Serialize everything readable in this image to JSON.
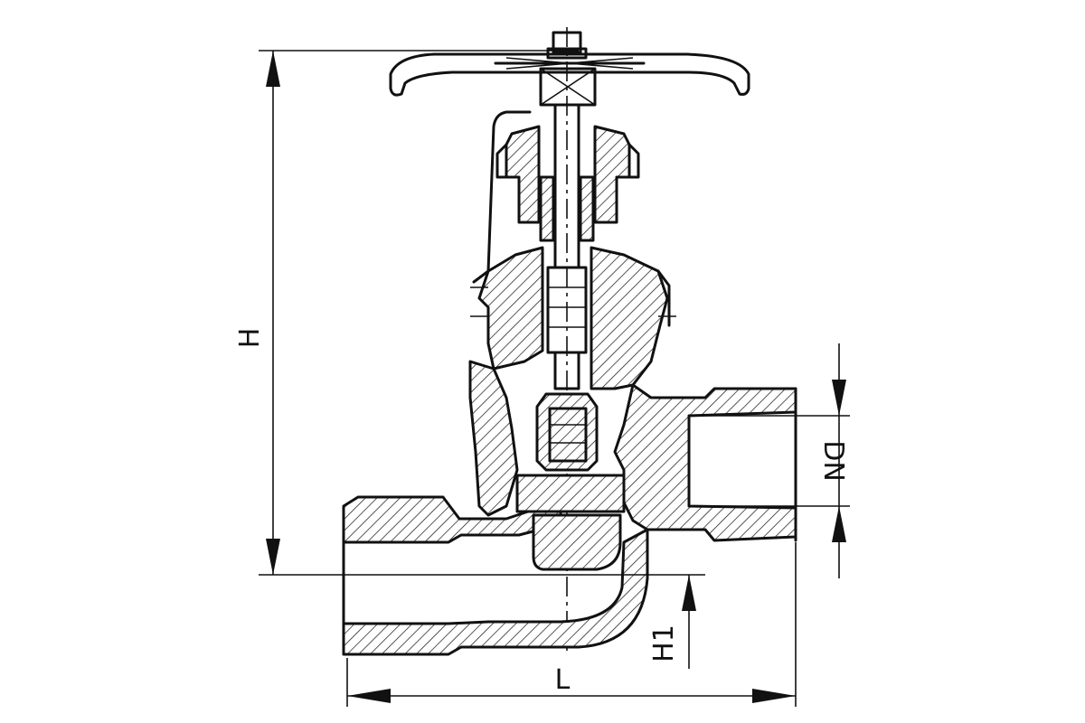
{
  "dimensions": {
    "height": "H",
    "inlet_height": "H1",
    "length": "L",
    "nominal_diameter": "DN"
  }
}
